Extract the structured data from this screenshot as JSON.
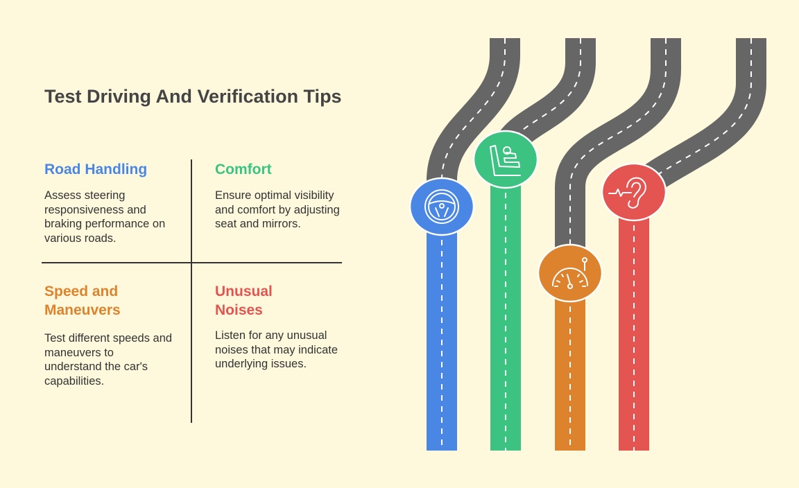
{
  "title": "Test Driving And Verification Tips",
  "tips": [
    {
      "heading": "Road Handling",
      "text": "Assess steering responsiveness and braking performance on various roads.",
      "color": "#4a86e4",
      "icon": "steering-wheel-icon"
    },
    {
      "heading": "Comfort",
      "text": "Ensure optimal visibility and comfort by adjusting seat and mirrors.",
      "color": "#3cc382",
      "icon": "car-seat-icon"
    },
    {
      "heading": "Speed and Maneuvers",
      "text": "Test different speeds and maneuvers to understand the car's capabilities.",
      "color": "#dd832e",
      "icon": "speedometer-icon"
    },
    {
      "heading": "Unusual Noises",
      "text": "Listen for any unusual noises that may indicate underlying issues.",
      "color": "#e45450",
      "icon": "ear-icon"
    }
  ],
  "road_color": "#666666"
}
